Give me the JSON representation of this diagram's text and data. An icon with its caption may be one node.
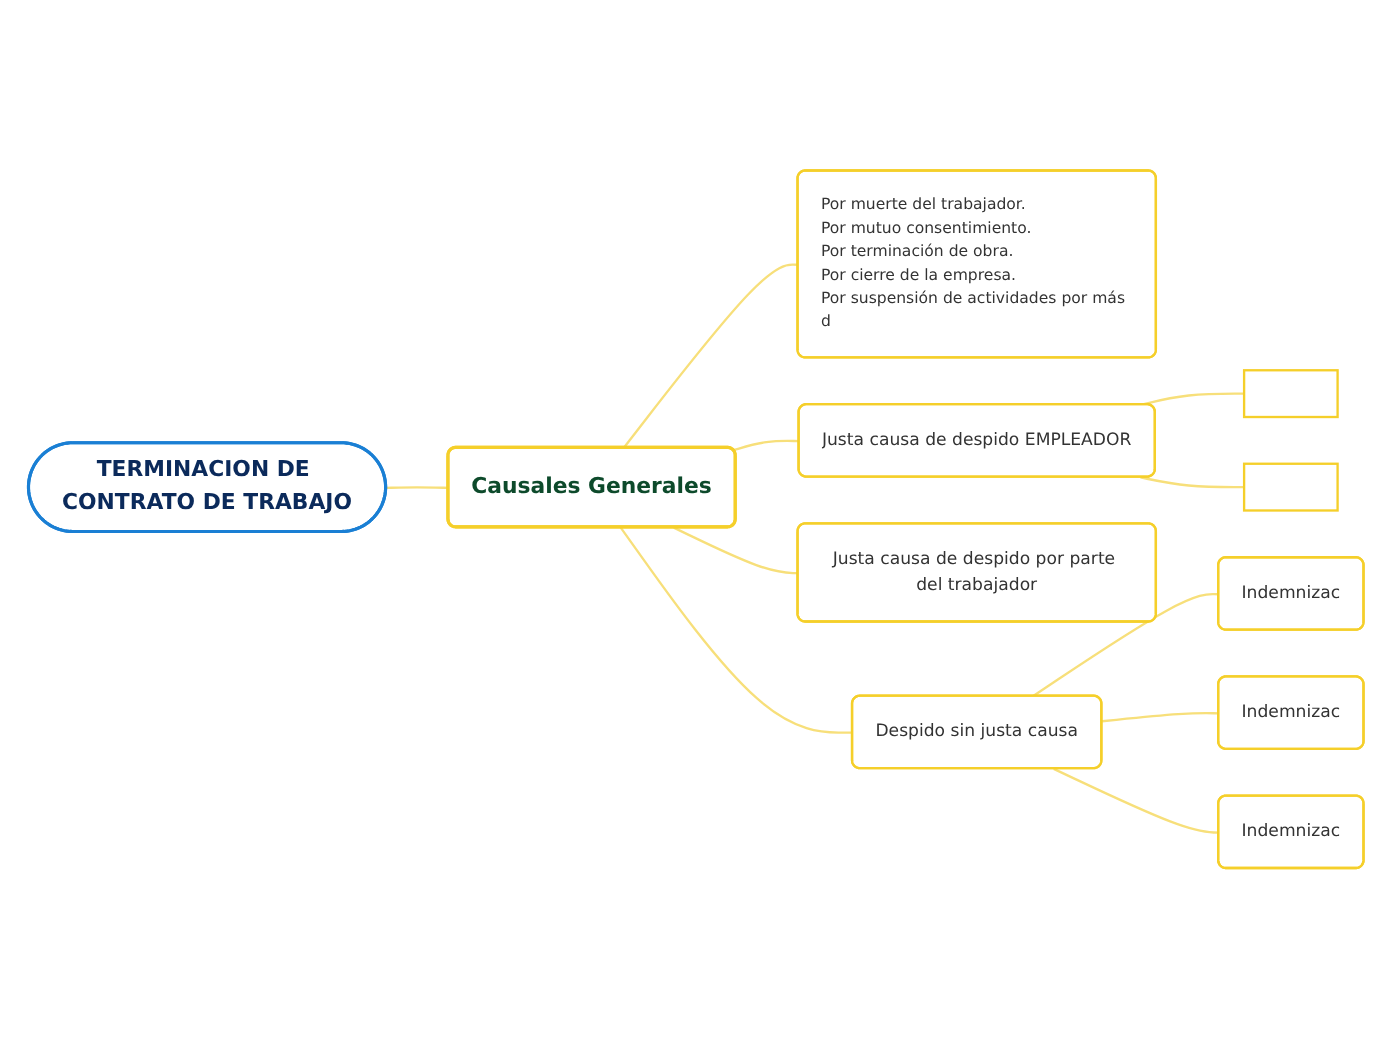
{
  "diagram": {
    "nodes": [
      {
        "text": [
          "TERMINACION DE CONTRATO DE TRABAJO"
        ]
      },
      {
        "text": [
          "Causales Generales"
        ]
      },
      {
        "text": [
          "Por muerte del trabajador.",
          "Por mutuo consentimiento.",
          "Por terminación de obra.",
          "Por cierre de la empresa.",
          "Por suspensión de actividades por más d"
        ]
      },
      {
        "text": [
          "Justa causa de despido EMPLEADOR"
        ]
      },
      {
        "text": [],
        "shape": "box"
      },
      {
        "text": [],
        "shape": "box"
      },
      {
        "text": [
          "Justa causa de despido por parte del trabajador"
        ]
      },
      {
        "text": [
          "Despido sin justa causa"
        ]
      },
      {
        "text": [
          "Indemnizac"
        ]
      },
      {
        "text": [
          "Indemnizac"
        ]
      },
      {
        "text": [
          "Indemnizac"
        ]
      }
    ],
    "edges": [
      {
        "from": 0,
        "to": 1,
        "arrow": "none"
      },
      {
        "from": 1,
        "to": 2,
        "arrow": "none"
      },
      {
        "from": 1,
        "to": 3,
        "arrow": "none"
      },
      {
        "from": 3,
        "to": 4,
        "arrow": "none"
      },
      {
        "from": 3,
        "to": 5,
        "arrow": "none"
      },
      {
        "from": 1,
        "to": 6,
        "arrow": "none"
      },
      {
        "from": 1,
        "to": 7,
        "arrow": "none"
      },
      {
        "from": 7,
        "to": 8,
        "arrow": "none"
      },
      {
        "from": 7,
        "to": 9,
        "arrow": "none"
      },
      {
        "from": 7,
        "to": 10,
        "arrow": "none"
      }
    ]
  }
}
